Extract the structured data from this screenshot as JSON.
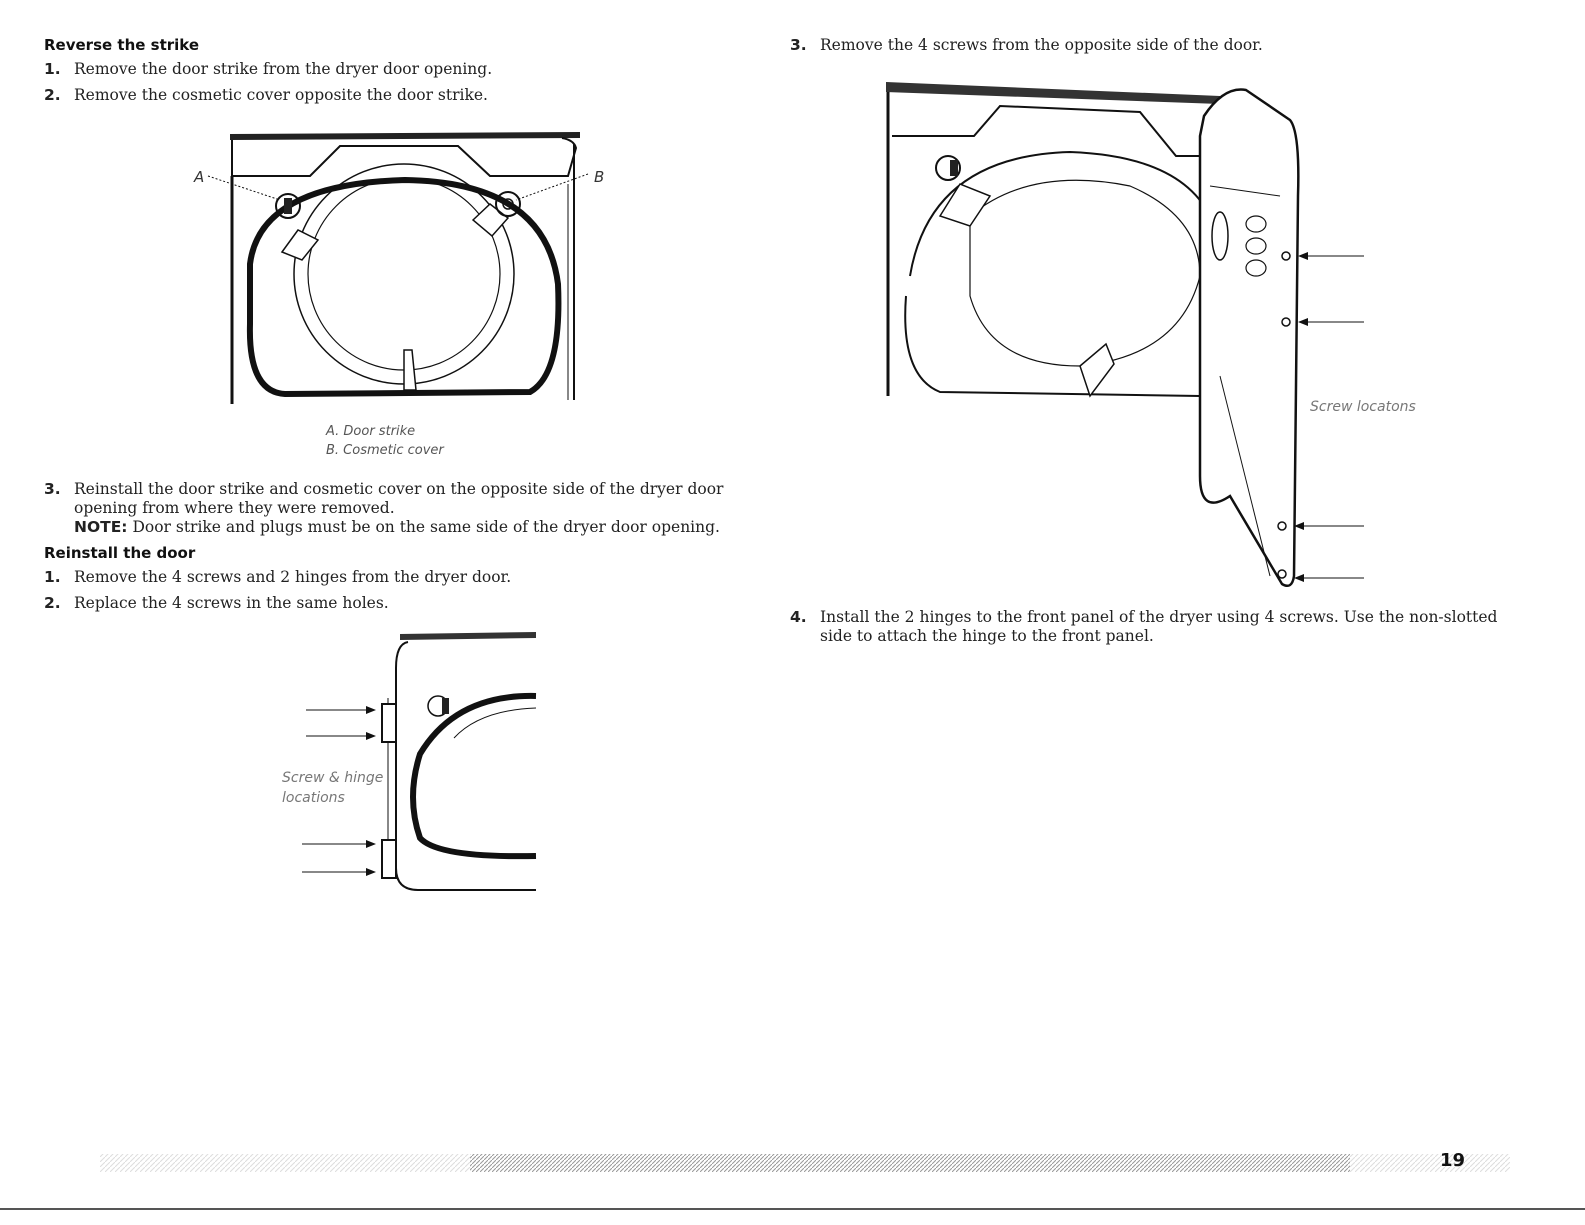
{
  "left": {
    "section1": {
      "heading": "Reverse the strike",
      "steps": [
        {
          "num": "1.",
          "text": "Remove the door strike from the dryer door opening."
        },
        {
          "num": "2.",
          "text": "Remove the cosmetic cover opposite the door strike."
        }
      ]
    },
    "figure1": {
      "label_a": "A",
      "label_b": "B",
      "caption_a": "A. Door strike",
      "caption_b": "B. Cosmetic cover"
    },
    "step3": {
      "num": "3.",
      "text": "Reinstall the door strike and cosmetic cover on the opposite side of the dryer door opening from where they were removed.",
      "note_label": "NOTE:",
      "note_text": " Door strike and plugs must be on the same side of the dryer door opening."
    },
    "section2": {
      "heading": "Reinstall the door",
      "steps": [
        {
          "num": "1.",
          "text": "Remove the 4 screws and 2 hinges from the dryer door."
        },
        {
          "num": "2.",
          "text": "Replace the 4 screws in the same holes."
        }
      ]
    },
    "figure2": {
      "label_line1": "Screw & hinge",
      "label_line2": "locations"
    }
  },
  "right": {
    "step3": {
      "num": "3.",
      "text": "Remove the 4 screws from the opposite side of the door."
    },
    "figure3": {
      "label": "Screw locatons"
    },
    "step4": {
      "num": "4.",
      "text": "Install the 2 hinges to the front panel of the dryer using 4 screws. Use the non-slotted side to attach the hinge to the front panel."
    }
  },
  "footer": {
    "page_number": "19"
  }
}
